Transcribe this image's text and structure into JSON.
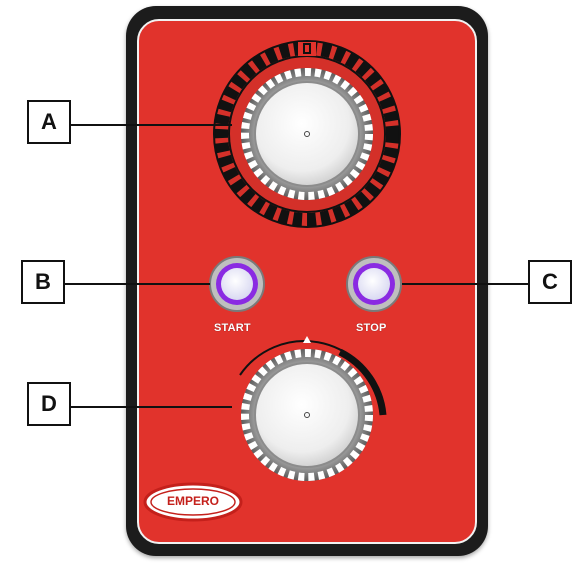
{
  "callouts": {
    "a": "A",
    "b": "B",
    "c": "C",
    "d": "D"
  },
  "buttons": {
    "start_label": "START",
    "stop_label": "STOP"
  },
  "brand": {
    "logo_text": "EMPERO"
  },
  "colors": {
    "panel_red": "#e1332c",
    "frame": "#1c1c1c",
    "button_ring": "#8a2be2"
  },
  "icons": {
    "timer_dial": "timer-dial-icon",
    "speed_knob": "speed-knob-icon",
    "start_button": "start-button-icon",
    "stop_button": "stop-button-icon"
  }
}
